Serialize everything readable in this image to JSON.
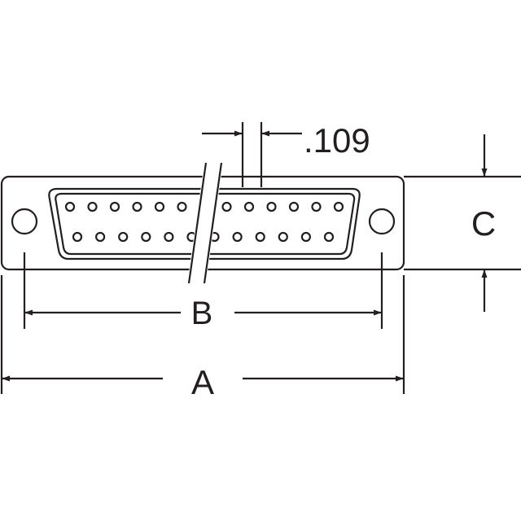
{
  "drawing": {
    "pitch_label": ".109",
    "dim_b_label": "B",
    "dim_a_label": "A",
    "dim_c_label": "C",
    "line_color": "#231f20",
    "background": "#ffffff"
  },
  "connector": {
    "top_row_pin_count": 13,
    "bottom_row_pin_count": 12,
    "mounting_hole_count": 2
  }
}
